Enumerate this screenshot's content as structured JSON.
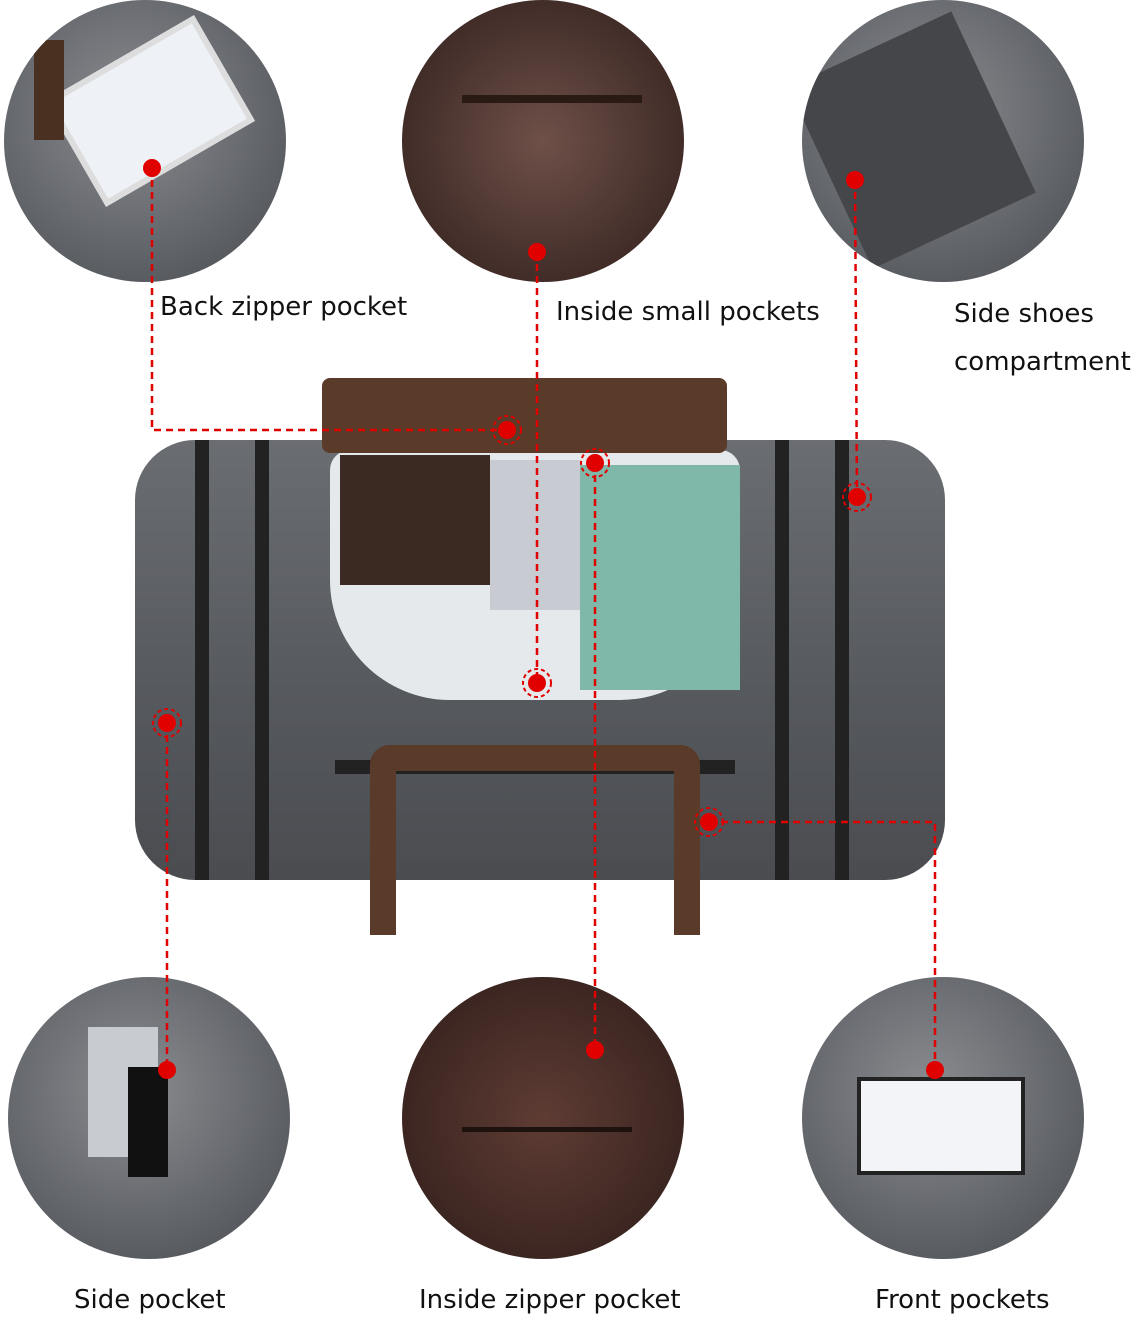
{
  "labels": {
    "back_zipper_pocket": "Back zipper pocket",
    "inside_small_pockets": "Inside small pockets",
    "side_shoes_line1": "Side shoes",
    "side_shoes_line2": "compartment",
    "side_pocket": "Side pocket",
    "inside_zipper_pocket": "Inside zipper pocket",
    "front_pockets": "Front pockets"
  },
  "colors": {
    "accent": "#e00000",
    "bag": "#5a5d62",
    "leather": "#5a3a28",
    "background": "#ffffff"
  }
}
